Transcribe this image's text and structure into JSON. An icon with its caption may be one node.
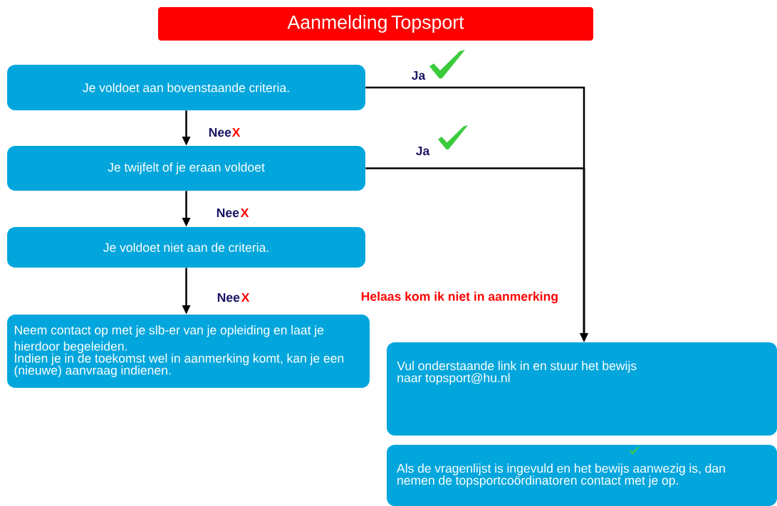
{
  "diagram": {
    "nodes": [
      {
        "text": [
          "Aanmelding Topsport"
        ]
      },
      {
        "text": [
          "Je voldoet aan bovenstaande criteria."
        ]
      },
      {
        "text": [
          "Je twijfelt of je eraan voldoet"
        ]
      },
      {
        "text": [
          "Je voldoet niet aan de criteria."
        ]
      },
      {
        "text": [
          "Neem contact op met je slb-er van je opleiding en laat je hierdoor begeleiden.",
          "Indien je in de toekomst wel in aanmerking komt, kan je een (nieuwe) aanvraag indienen."
        ]
      },
      {
        "text": [
          "Vul onderstaande link in en stuur het bewijs naar topsport@hu.nl"
        ]
      },
      {
        "text": [
          "Als de vragenlijst is ingevuld en het bewijs aanwezig is, dan nemen de topsportcoördinatoren contact met je op."
        ]
      }
    ],
    "edges": [
      {
        "from": 1,
        "to": 5,
        "arrow": "to",
        "label": "Ja"
      },
      {
        "from": 1,
        "to": 2,
        "arrow": "to",
        "label": "Nee"
      },
      {
        "from": 2,
        "to": 5,
        "arrow": "to",
        "label": "Ja"
      },
      {
        "from": 2,
        "to": 3,
        "arrow": "to",
        "label": "Nee"
      },
      {
        "from": 3,
        "to": 4,
        "arrow": "to",
        "label": "Nee"
      }
    ],
    "labels": [
      "X",
      "X",
      "X",
      "Helaas kom ik niet in aanmerking"
    ]
  }
}
